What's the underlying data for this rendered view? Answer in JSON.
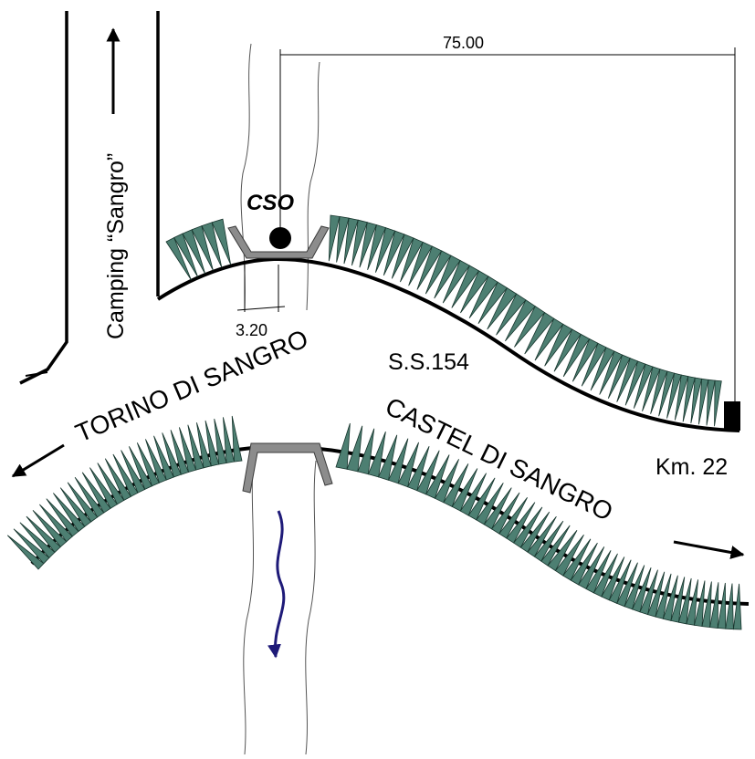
{
  "labels": {
    "camping": "Camping “Sangro”",
    "torino": "TORINO DI SANGRO",
    "castel": "CASTEL DI SANGRO",
    "road": "S.S.154",
    "km": "Km. 22",
    "cso": "CSO",
    "dim_width": "3.20",
    "dim_distance": "75.00"
  },
  "colors": {
    "road_line": "#000000",
    "embankment": "#4d7f72",
    "embankment_outline": "#16342c",
    "bridge": "#8c8c8c",
    "river_outline": "#555555",
    "flow_arrow": "#1e1a78"
  },
  "icons": {
    "cso_marker": "filled-circle",
    "km_marker": "filled-rectangle",
    "direction": "arrow",
    "flow": "wavy-arrow"
  }
}
